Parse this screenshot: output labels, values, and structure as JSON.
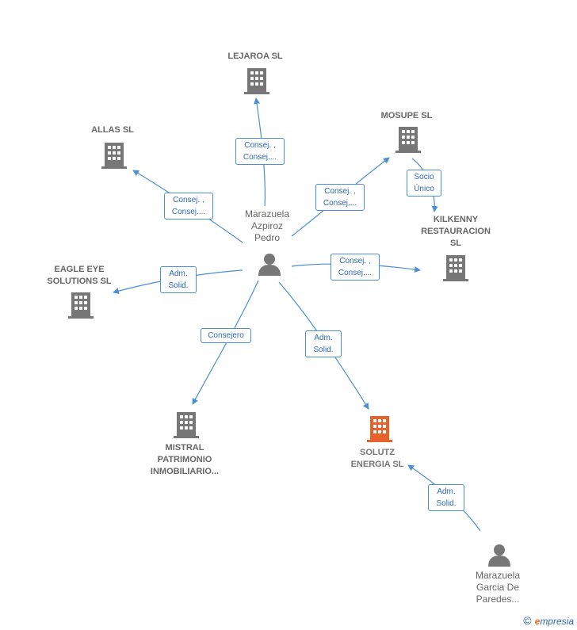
{
  "colors": {
    "edge": "#4a8fd8",
    "building": "#777777",
    "highlight": "#e8602a",
    "person": "#777777"
  },
  "nodes": {
    "lejaroa": "LEJAROA  SL",
    "allas": "ALLAS SL",
    "mosupe": "MOSUPE SL",
    "kilkenny": "KILKENNY\nRESTAURACION\nSL",
    "eagle": "EAGLE EYE\nSOLUTIONS  SL",
    "mistral": "MISTRAL\nPATRIMONIO\nINMOBILIARIO...",
    "solutz": "SOLUTZ\nENERGIA  SL",
    "person_main": "Marazuela\nAzpiroz\nPedro",
    "person_second": "Marazuela\nGarcia De\nParedes..."
  },
  "edges": {
    "lejaroa": "Consej. ,\nConsej....",
    "allas": "Consej. ,\nConsej....",
    "mosupe": "Consej. ,\nConsej....",
    "socio": "Socio\nÚnico",
    "kilkenny": "Consej. ,\nConsej....",
    "eagle": "Adm.\nSolid.",
    "mistral": "Consejero",
    "solutz": "Adm.\nSolid.",
    "second": "Adm.\nSolid."
  },
  "footer": {
    "copyright": "©",
    "brand_e": "e",
    "brand_rest": "mpresia"
  }
}
